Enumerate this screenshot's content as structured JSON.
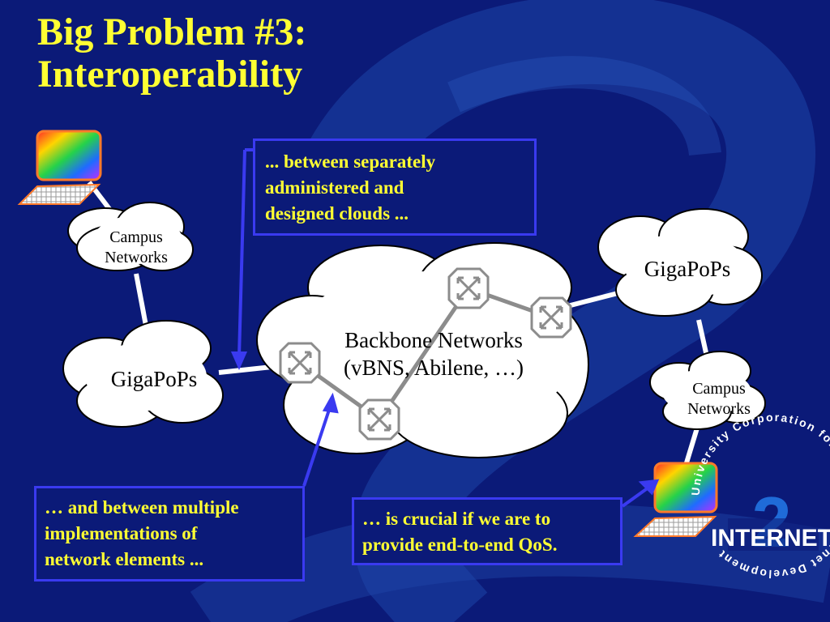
{
  "slide": {
    "title_line1": "Big Problem #3:",
    "title_line2": "Interoperability",
    "colors": {
      "background": "#0b1a78",
      "title": "#ffff33",
      "callout_text": "#ffff33",
      "callout_border": "#3a3af0",
      "cloud_fill": "#ffffff",
      "link": "#ffffff"
    }
  },
  "clouds": {
    "campus_left": {
      "line1": "Campus",
      "line2": "Networks"
    },
    "gigapops_left": {
      "label": "GigaPoPs"
    },
    "backbone": {
      "line1": "Backbone Networks",
      "line2": "(vBNS, Abilene, …)"
    },
    "gigapops_right": {
      "label": "GigaPoPs"
    },
    "campus_right": {
      "line1": "Campus",
      "line2": "Networks"
    }
  },
  "callouts": {
    "top": {
      "line1": "... between separately",
      "line2": "administered and",
      "line3": "designed clouds ..."
    },
    "bottom_left": {
      "line1": "… and between multiple",
      "line2": "implementations of",
      "line3": "network elements ..."
    },
    "bottom_right": {
      "line1": "… is crucial if we are to",
      "line2": "provide end-to-end QoS."
    }
  },
  "icons": {
    "computer_left": "laptop-computer-icon",
    "computer_right": "laptop-computer-icon",
    "router": "router-icon",
    "logo": "internet2-logo"
  },
  "logo": {
    "center_text": "INTERNET",
    "ring_text": "University Corporation for Advanced Internet Development"
  }
}
